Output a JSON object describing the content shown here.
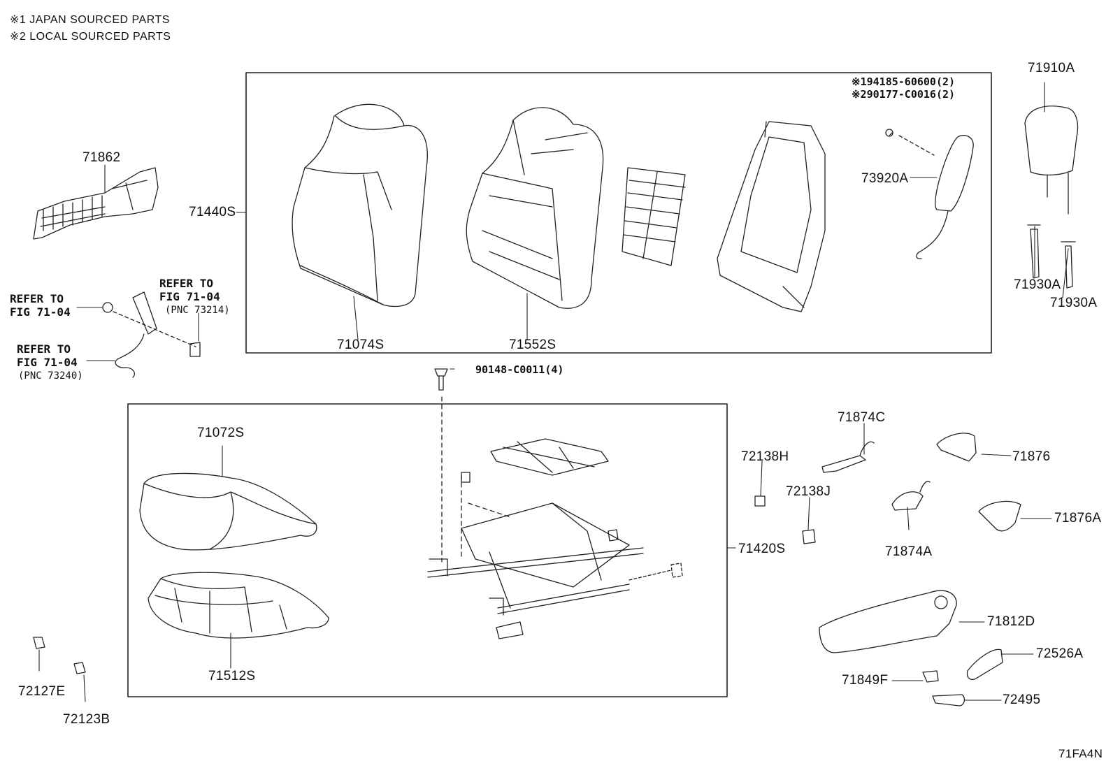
{
  "notes": [
    "※1 JAPAN SOURCED PARTS",
    "※2 LOCAL SOURCED PARTS"
  ],
  "diagram_id": "71FA4N",
  "refer": {
    "r1": [
      "REFER TO",
      "FIG 71-04"
    ],
    "r2": [
      "REFER TO",
      "FIG 71-04"
    ],
    "r2_pnc": "(PNC 73214)",
    "r3": [
      "REFER TO",
      "FIG 71-04"
    ],
    "r3_pnc": "(PNC 73240)"
  },
  "codes": {
    "c194185": "※194185-60600(2)",
    "c290177": "※290177-C0016(2)",
    "c90148": "90148-C0011(4)"
  },
  "parts": {
    "p71862": "71862",
    "p71440S": "71440S",
    "p71074S": "71074S",
    "p71552S": "71552S",
    "p73920A": "73920A",
    "p71910A": "71910A",
    "p71930A_1": "71930A",
    "p71930A_2": "71930A",
    "p71072S": "71072S",
    "p71512S": "71512S",
    "p71420S": "71420S",
    "p72138H": "72138H",
    "p72138J": "72138J",
    "p71874C": "71874C",
    "p71874A": "71874A",
    "p71876": "71876",
    "p71876A": "71876A",
    "p71812D": "71812D",
    "p72526A": "72526A",
    "p71849F": "71849F",
    "p72495": "72495",
    "p72127E": "72127E",
    "p72123B": "72123B"
  }
}
